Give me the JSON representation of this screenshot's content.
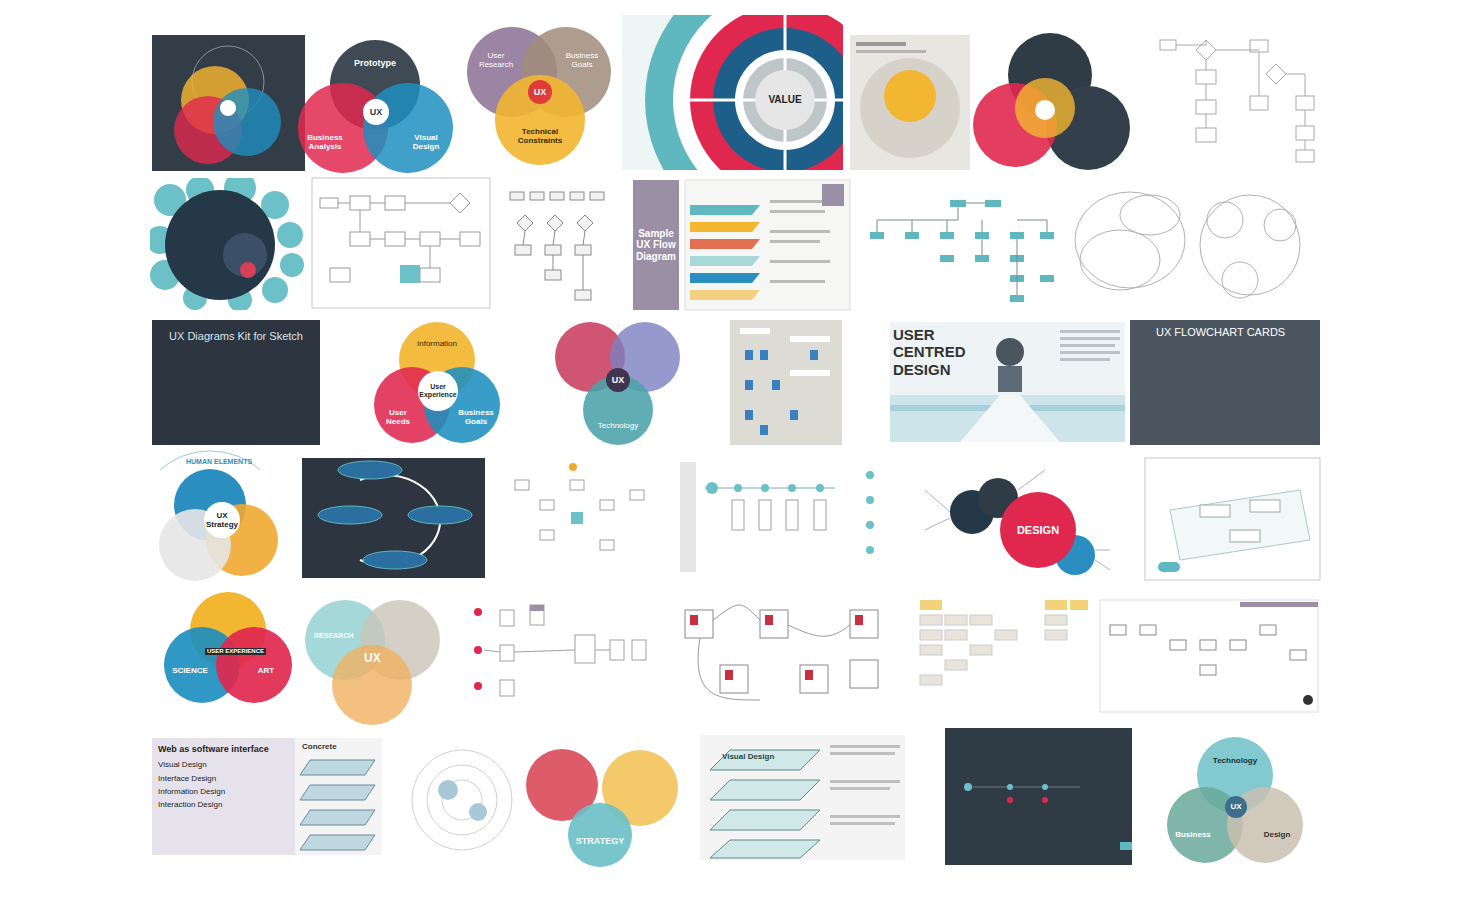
{
  "diagram": {
    "nodes": [
      {
        "text": [
          "Prototype"
        ]
      },
      {
        "text": [
          "Business Analysis"
        ]
      },
      {
        "text": [
          "Visual Design"
        ]
      },
      {
        "text": [
          "UX"
        ]
      },
      {
        "text": [
          "User Research"
        ]
      },
      {
        "text": [
          "Business Goals"
        ]
      },
      {
        "text": [
          "Technical Constraints"
        ]
      },
      {
        "text": [
          "UX"
        ]
      },
      {
        "text": [
          "VALUE"
        ]
      },
      {
        "text": [
          "Sample UX Flow Diagram"
        ]
      },
      {
        "text": [
          "UX Diagrams Kit for Sketch"
        ]
      },
      {
        "text": [
          "Information"
        ]
      },
      {
        "text": [
          "User Needs"
        ]
      },
      {
        "text": [
          "Business Goals"
        ]
      },
      {
        "text": [
          "User Experience"
        ]
      },
      {
        "text": [
          "Technology"
        ]
      },
      {
        "text": [
          "UX"
        ]
      },
      {
        "text": [
          "UX FLOWCHART CARDS"
        ]
      },
      {
        "text": [
          "UX Strategy"
        ]
      },
      {
        "text": [
          "DESIGN"
        ]
      },
      {
        "text": [
          "SCIENCE"
        ]
      },
      {
        "text": [
          "ART"
        ]
      },
      {
        "text": [
          "Web as software interface",
          "Visual Design",
          "Interface Design",
          "Information Design",
          "Interaction Design"
        ]
      },
      {
        "text": [
          "STRATEGY"
        ]
      },
      {
        "text": [
          "Technology"
        ]
      },
      {
        "text": [
          "Business"
        ]
      },
      {
        "text": [
          "Design"
        ]
      },
      {
        "text": [
          "UX"
        ]
      }
    ],
    "labels": [
      "USER CENTRED DESIGN",
      "HUMAN ELEMENTS",
      "USER EXPERIENCE",
      "UX",
      "RESEARCH",
      "Concrete",
      "Visual Design"
    ]
  }
}
